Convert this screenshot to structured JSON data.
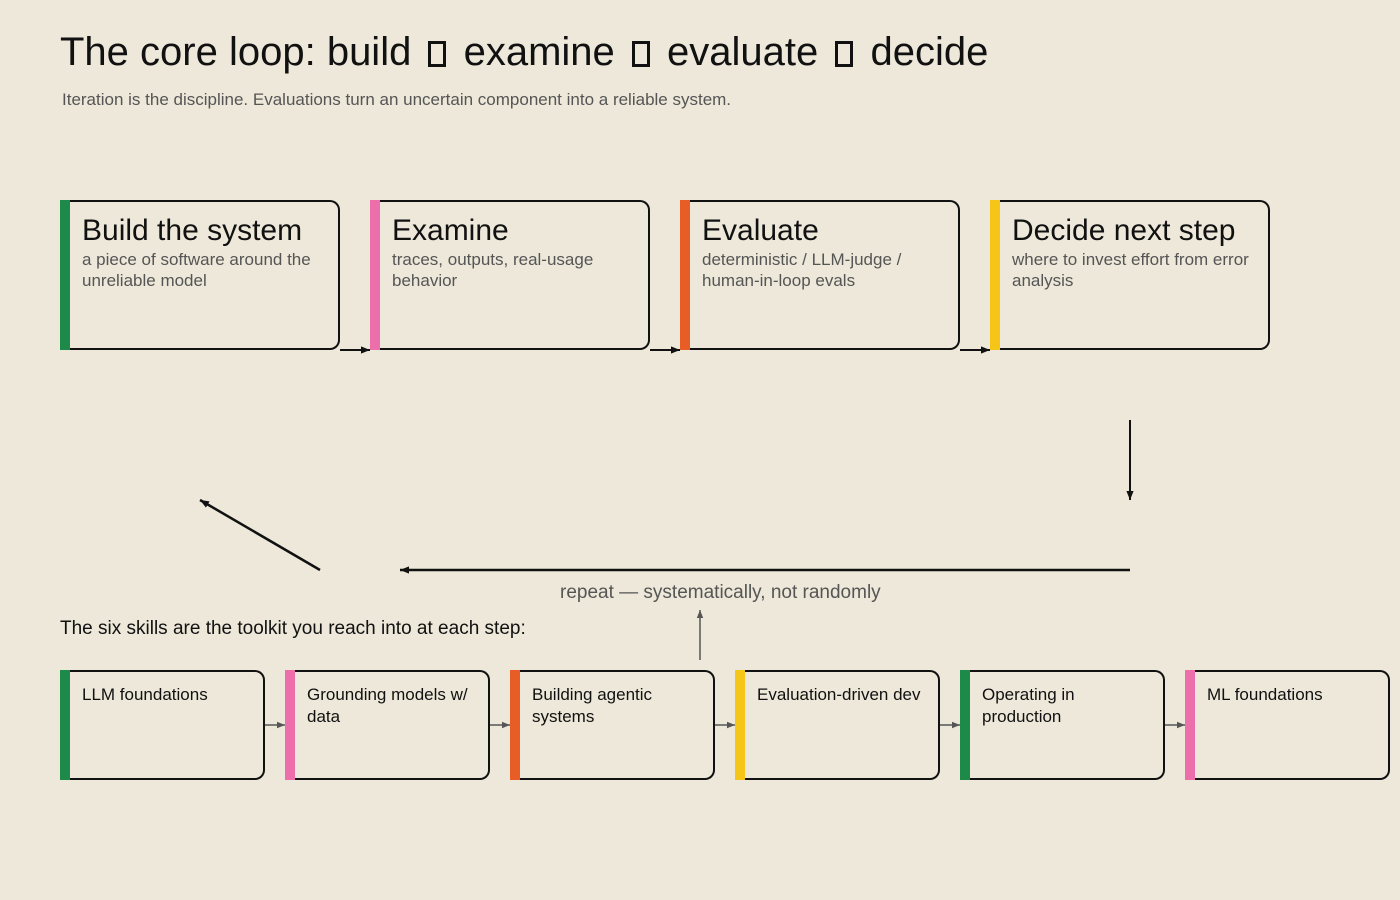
{
  "header": {
    "title_parts": [
      "The core loop: build",
      "examine",
      "evaluate",
      "decide"
    ],
    "subtitle": "Iteration is the discipline. Evaluations turn an uncertain component into a reliable system."
  },
  "loop": {
    "steps": [
      {
        "name": "Build the system",
        "description": "a piece of software around the unreliable model",
        "accent": "#1e8a4a"
      },
      {
        "name": "Examine",
        "description": "traces, outputs, real-usage behavior",
        "accent": "#ec6eaa"
      },
      {
        "name": "Evaluate",
        "description": "deterministic / LLM-judge / human-in-loop evals",
        "accent": "#e85d25"
      },
      {
        "name": "Decide next step",
        "description": "where to invest effort from error analysis",
        "accent": "#f5c518"
      }
    ],
    "repeat_label": "repeat — systematically, not randomly"
  },
  "skills": {
    "intro": "The six skills are the toolkit you reach into at each step:",
    "items": [
      {
        "name": "LLM foundations",
        "accent": "#1e8a4a"
      },
      {
        "name": "Grounding models w/ data",
        "accent": "#ec6eaa"
      },
      {
        "name": "Building agentic systems",
        "accent": "#e85d25"
      },
      {
        "name": "Evaluation-driven dev",
        "accent": "#f5c518"
      },
      {
        "name": "Operating in production",
        "accent": "#1e8a4a"
      },
      {
        "name": "ML foundations",
        "accent": "#ec6eaa"
      }
    ]
  }
}
